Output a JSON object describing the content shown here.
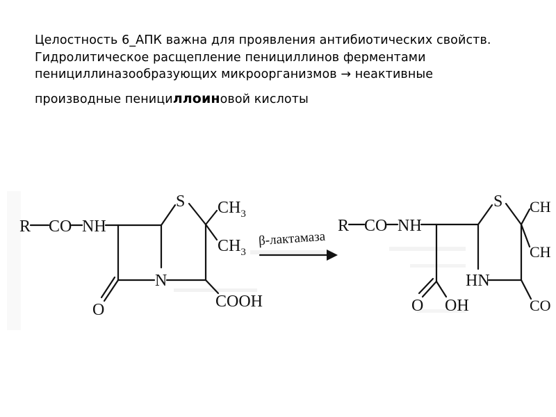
{
  "slide": {
    "line1": "Целостность 6_АПК важна для проявления антибиотических свойств.",
    "line2": "Гидролитическое расщепление пенициллинов ферментами пенициллиназообразующих микроорганизмов → неактивные",
    "line3_before": "производные пеници",
    "line3_bold": "ллоин",
    "line3_after": "овой кислоты"
  },
  "scheme": {
    "left": {
      "r": "R",
      "co": "CO",
      "nh": "NH",
      "s": "S",
      "ch3_top": "CH",
      "ch3_bottom": "CH",
      "sub3": "3",
      "n": "N",
      "o": "O",
      "cooh": "COOH"
    },
    "arrow_label": "β-лактамаза",
    "right": {
      "r": "R",
      "co": "CO",
      "nh": "NH",
      "s": "S",
      "ch_top": "CH",
      "ch_mid": "CH",
      "co_cut": "CO",
      "hn": "HN",
      "o": "O",
      "oh": "OH"
    }
  }
}
